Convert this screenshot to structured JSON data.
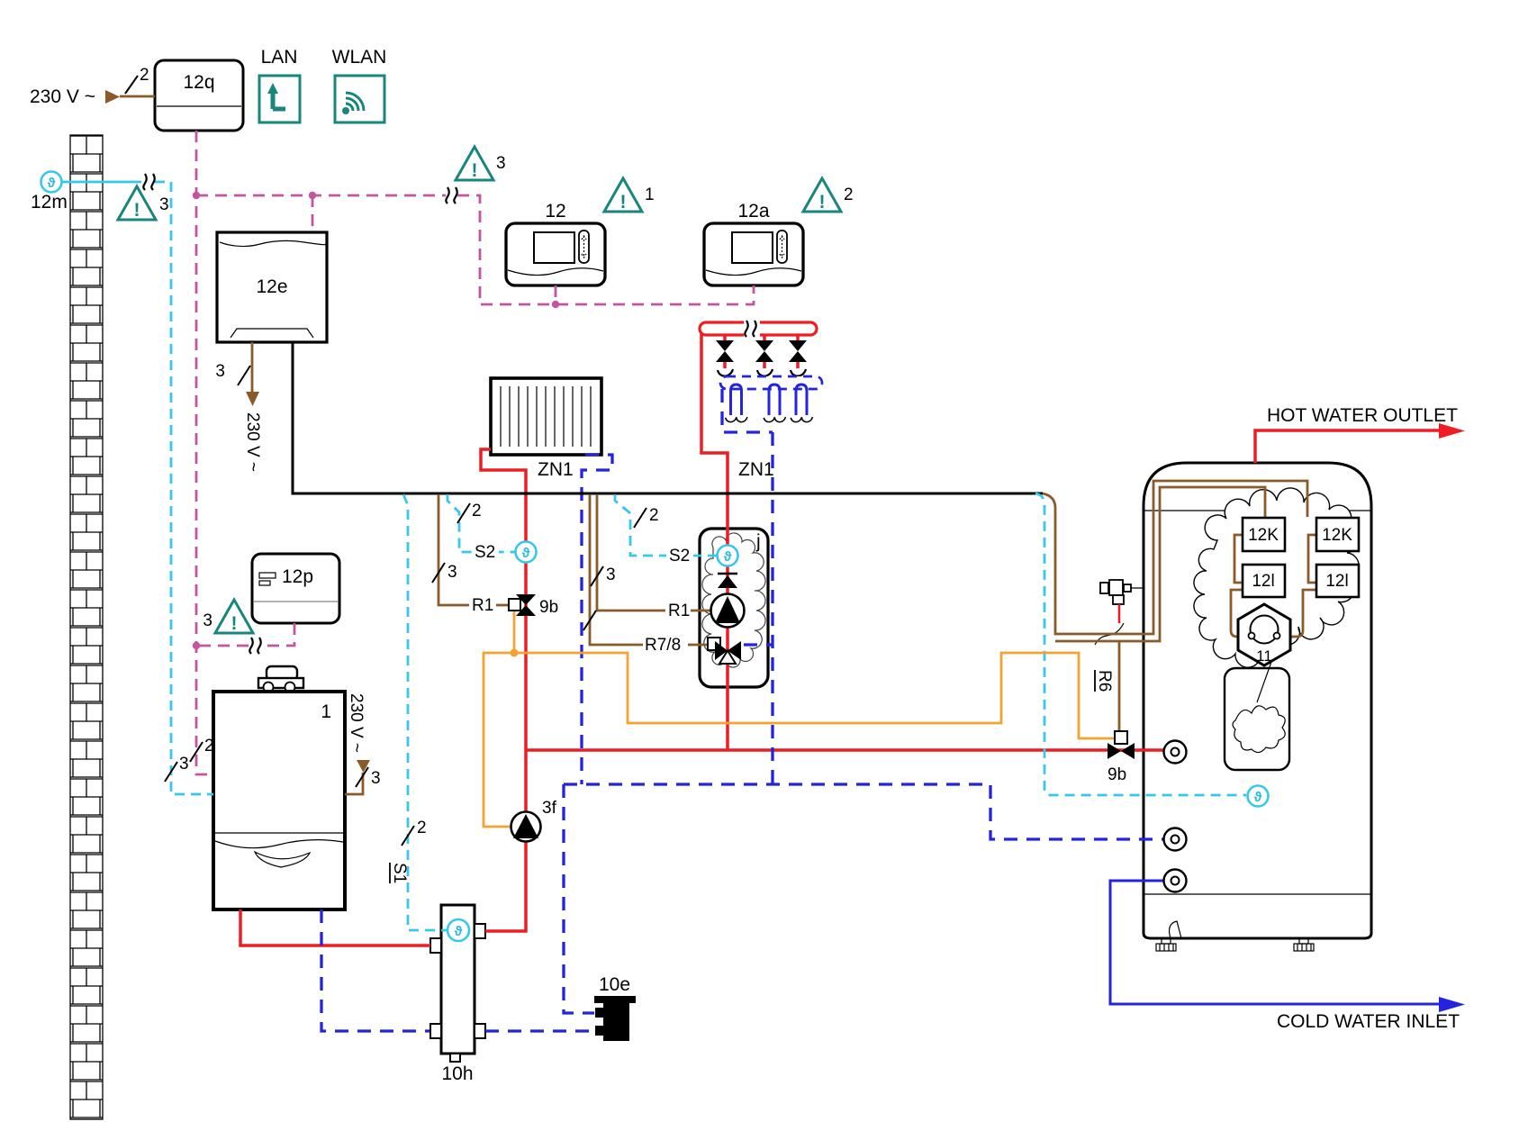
{
  "colors": {
    "flow_pipe": "#ee1c23",
    "return_pipe": "#2323e0",
    "sensor_wire": "#35c8ec",
    "radio_link": "#c2559d",
    "power_wire": "#8a5a28",
    "accessory_wire": "#f4a333",
    "warning": "#17867c",
    "line": "#000000"
  },
  "icons": {
    "sensor": "ϑ",
    "warning": "!"
  },
  "marks": {
    "one": "1",
    "two": "2",
    "three": "3"
  },
  "labels": {
    "mains": "230 V ~",
    "gateway": "12q",
    "lan": "LAN",
    "wlan": "WLAN",
    "outdoor_sensor": "12m",
    "receiver": "12e",
    "controller": "12",
    "controller2": "12a",
    "receiver2": "12p",
    "heat_generator": "1",
    "s1": "S1",
    "s2": "S2",
    "r1": "R1",
    "r78": "R7/8",
    "r6": "R6",
    "valve": "9b",
    "pump": "3f",
    "header": "10h",
    "fitting": "10e",
    "element": "11",
    "sensor_top": "12K",
    "sensor_bottom": "12l",
    "station": "j",
    "hot_water": "HOT WATER OUTLET",
    "cold_water": "COLD WATER INLET"
  },
  "zones": [
    {
      "label": "ZN1"
    },
    {
      "label": "ZN1"
    }
  ]
}
